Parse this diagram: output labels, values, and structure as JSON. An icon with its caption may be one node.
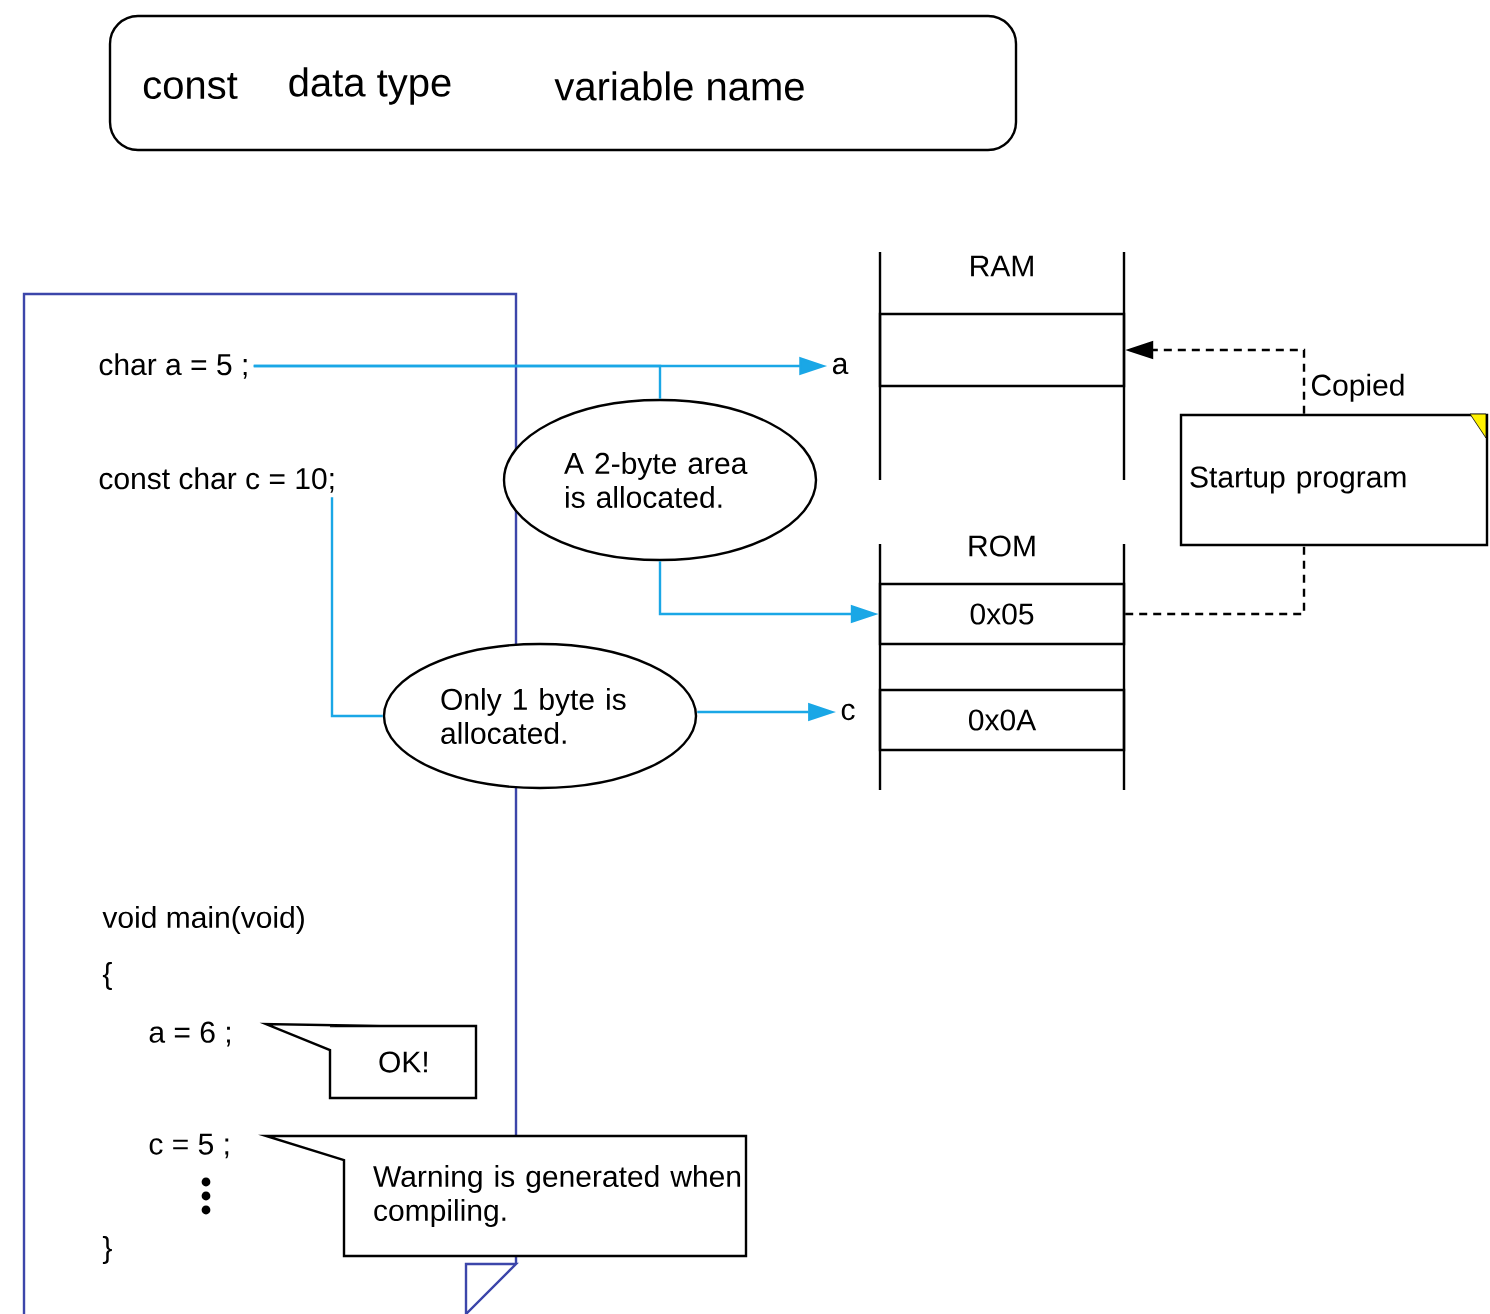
{
  "diagram": {
    "nodes": [
      {
        "text": [
          "const",
          "data type",
          "variable name"
        ]
      },
      {
        "text": [],
        "shape": "box"
      },
      {
        "text": [
          "char  a = 5 ;"
        ],
        "in": 1
      },
      {
        "text": [
          "const  char  c = 10;"
        ],
        "in": 1
      },
      {
        "text": [
          "A 2-byte area is allocated."
        ]
      },
      {
        "text": [
          "Only 1 byte is allocated."
        ]
      },
      {
        "text": [
          "a"
        ]
      },
      {
        "text": [
          "RAM"
        ]
      },
      {
        "text": [],
        "shape": "box",
        "in": 7
      },
      {
        "text": [
          "Startup program"
        ]
      },
      {
        "text": [
          "ROM"
        ]
      },
      {
        "text": [
          "0x05"
        ],
        "in": 10
      },
      {
        "text": [
          "0x0A"
        ],
        "in": 10
      },
      {
        "text": [
          "c"
        ]
      },
      {
        "text": [
          "OK!"
        ],
        "in": 1
      },
      {
        "text": [
          "Warning is generated when compiling."
        ]
      }
    ],
    "edges": [
      {
        "from": 2,
        "to": 6,
        "arrow": "to"
      },
      {
        "from": 2,
        "to": 4,
        "arrow": "none"
      },
      {
        "from": 4,
        "to": 11,
        "arrow": "to"
      },
      {
        "from": 3,
        "to": 5,
        "arrow": "none"
      },
      {
        "from": 5,
        "to": 13,
        "arrow": "to"
      },
      {
        "from": 9,
        "to": 8,
        "arrow": "to",
        "label": "Copied",
        "style": "dashed",
        "color": "#000000"
      },
      {
        "from": 11,
        "to": 9,
        "arrow": "none",
        "style": "dashed",
        "color": "#000000"
      }
    ],
    "labels": [
      "void  main(void)",
      "{",
      "a = 6 ;",
      "c = 5 ;",
      "}"
    ]
  }
}
